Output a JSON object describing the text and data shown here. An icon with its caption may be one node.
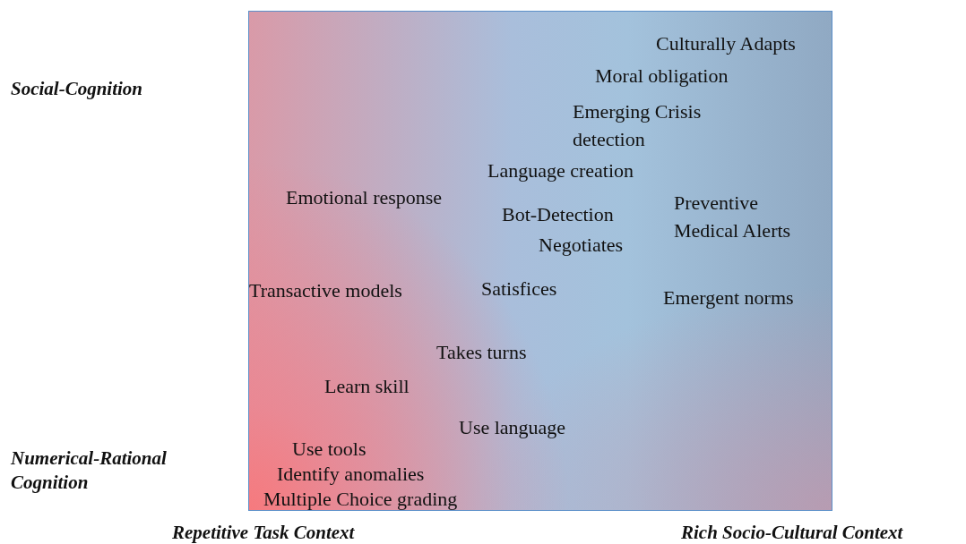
{
  "diagram": {
    "labels": [
      "Social-Cognition",
      "Culturally Adapts",
      "Moral obligation",
      "Emerging Crisis detection",
      "Language creation",
      "Emotional response",
      "Preventive Medical Alerts",
      "Bot-Detection",
      "Negotiates",
      "Satisfices",
      "Transactive models",
      "Emergent norms",
      "Takes turns",
      "Learn skill",
      "Use language",
      "Use tools",
      "Numerical-Rational Cognition",
      "Identify anomalies",
      "Multiple Choice grading",
      "Repetitive Task Context",
      "Rich Socio-Cultural Context"
    ]
  }
}
